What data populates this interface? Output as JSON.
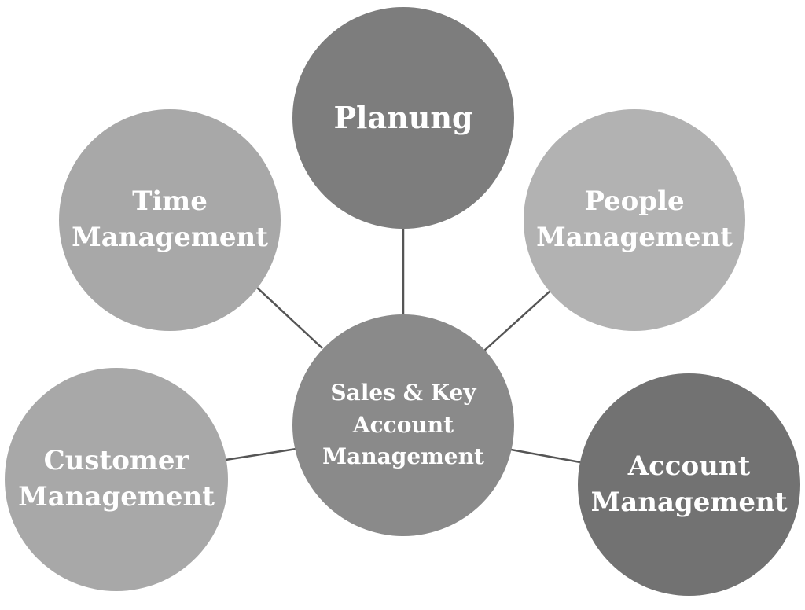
{
  "diagram": {
    "center": {
      "line1": "Sales & Key",
      "line2": "Account",
      "line3": "Management"
    },
    "planung": {
      "label": "Planung"
    },
    "time": {
      "line1": "Time",
      "line2": "Management"
    },
    "people": {
      "line1": "People",
      "line2": "Management"
    },
    "customer": {
      "line1": "Customer",
      "line2": "Management"
    },
    "account": {
      "line1": "Account",
      "line2": "Management"
    },
    "colors": {
      "connector": "#555555",
      "planung": "#7d7d7d",
      "time": "#a8a8a8",
      "people": "#b2b2b2",
      "center": "#8a8a8a",
      "customer": "#a8a8a8",
      "account": "#727272",
      "text": "#ffffff"
    }
  }
}
